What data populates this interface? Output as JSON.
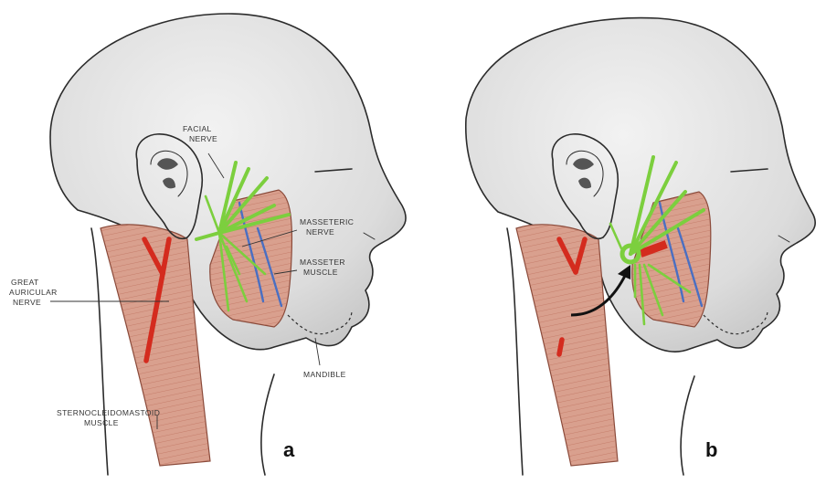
{
  "panels": [
    {
      "letter": "a"
    },
    {
      "letter": "b"
    }
  ],
  "labels": {
    "facial_nerve": [
      "FACIAL",
      "NERVE"
    ],
    "masseteric_nerve": [
      "MASSETERIC",
      "NERVE"
    ],
    "masseter_muscle": [
      "MASSETER",
      "MUSCLE"
    ],
    "great_auricular_nerve": [
      "GREAT",
      "AURICULAR",
      "NERVE"
    ],
    "mandible": "MANDIBLE",
    "sternocleidomastoid_muscle": [
      "STERNOCLEIDOMASTOID",
      "MUSCLE"
    ]
  },
  "colors": {
    "skin": "#dcdcdc",
    "muscle": "#d9a08e",
    "nerve": "#7ccf3e",
    "artery": "#d42b1e",
    "vein": "#4a6fc2"
  }
}
